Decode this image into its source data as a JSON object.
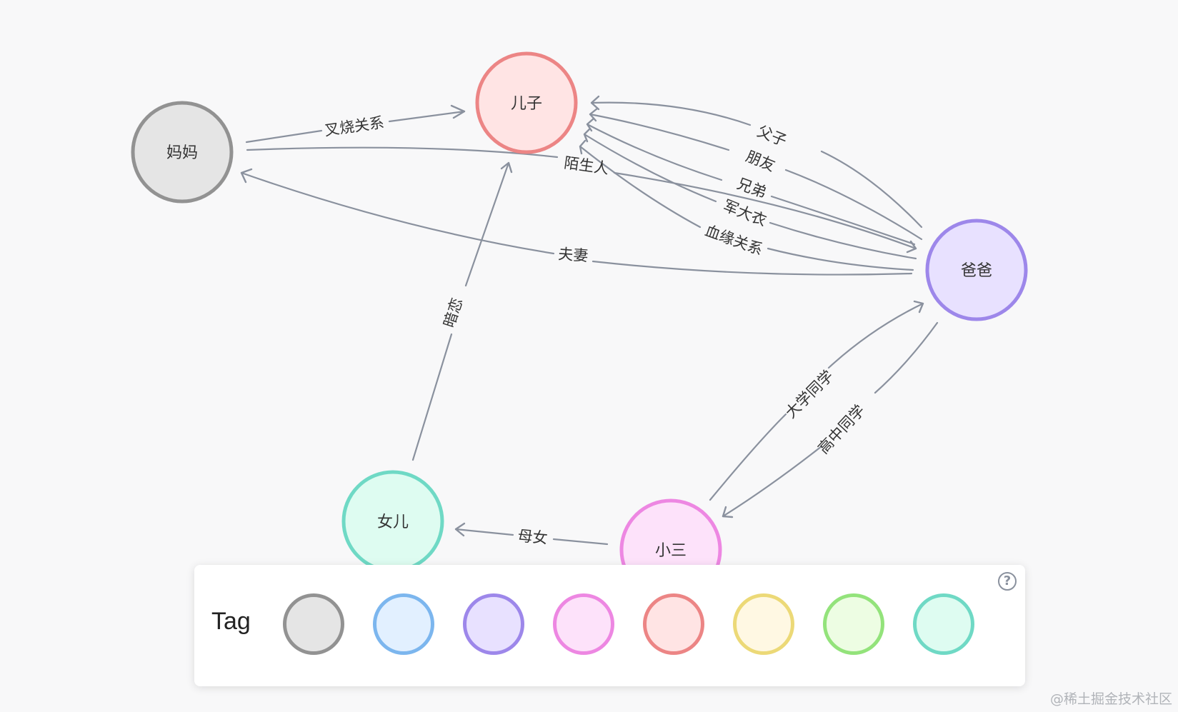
{
  "graph": {
    "nodes": [
      {
        "id": "mama",
        "label": "妈妈",
        "fill": "#e5e5e5",
        "stroke": "#929292"
      },
      {
        "id": "erzi",
        "label": "儿子",
        "fill": "#ffe4e4",
        "stroke": "#ec8585"
      },
      {
        "id": "baba",
        "label": "爸爸",
        "fill": "#e8e1ff",
        "stroke": "#9d87ea"
      },
      {
        "id": "nver",
        "label": "女儿",
        "fill": "#defcf1",
        "stroke": "#6fd9c5"
      },
      {
        "id": "xiaosan",
        "label": "小三",
        "fill": "#fde2fa",
        "stroke": "#ed87e2"
      }
    ],
    "edges": [
      {
        "id": "mama-erzi-jiaoshao",
        "from": "妈妈",
        "to": "儿子",
        "label": "叉烧关系"
      },
      {
        "id": "baba-erzi-fuzi",
        "from": "爸爸",
        "to": "儿子",
        "label": "父子"
      },
      {
        "id": "baba-erzi-pengyou",
        "from": "爸爸",
        "to": "儿子",
        "label": "朋友"
      },
      {
        "id": "baba-erzi-xiongdi",
        "from": "爸爸",
        "to": "儿子",
        "label": "兄弟"
      },
      {
        "id": "baba-erzi-jundayi",
        "from": "爸爸",
        "to": "儿子",
        "label": "军大衣"
      },
      {
        "id": "baba-erzi-xueyuan",
        "from": "爸爸",
        "to": "儿子",
        "label": "血缘关系"
      },
      {
        "id": "mama-baba-moshengren",
        "from": "妈妈",
        "to": "爸爸",
        "label": "陌生人"
      },
      {
        "id": "baba-mama-fuqi",
        "from": "爸爸",
        "to": "妈妈",
        "label": "夫妻"
      },
      {
        "id": "nver-erzi-anlian",
        "from": "女儿",
        "to": "儿子",
        "label": "暗恋"
      },
      {
        "id": "xiaosan-baba-daxue",
        "from": "小三",
        "to": "爸爸",
        "label": "大学同学"
      },
      {
        "id": "baba-xiaosan-gaozhong",
        "from": "爸爸",
        "to": "小三",
        "label": "高中同学"
      },
      {
        "id": "xiaosan-nver-munv",
        "from": "小三",
        "to": "女儿",
        "label": "母女"
      }
    ]
  },
  "tag_panel": {
    "title": "Tag",
    "help_icon": "question-circle-icon",
    "swatches": [
      {
        "name": "gray",
        "fill": "#e5e5e5",
        "stroke": "#929292"
      },
      {
        "name": "blue",
        "fill": "#e2f0ff",
        "stroke": "#7cb6ee"
      },
      {
        "name": "purple",
        "fill": "#e8e1ff",
        "stroke": "#9d87ea"
      },
      {
        "name": "pink",
        "fill": "#fde2fa",
        "stroke": "#ed87e2"
      },
      {
        "name": "red",
        "fill": "#ffe4e4",
        "stroke": "#ec8585"
      },
      {
        "name": "yellow",
        "fill": "#fff8e3",
        "stroke": "#ecd977"
      },
      {
        "name": "green",
        "fill": "#edfde3",
        "stroke": "#93e37b"
      },
      {
        "name": "teal",
        "fill": "#defcf1",
        "stroke": "#6fd9c5"
      }
    ]
  },
  "watermark": "@稀土掘金技术社区"
}
